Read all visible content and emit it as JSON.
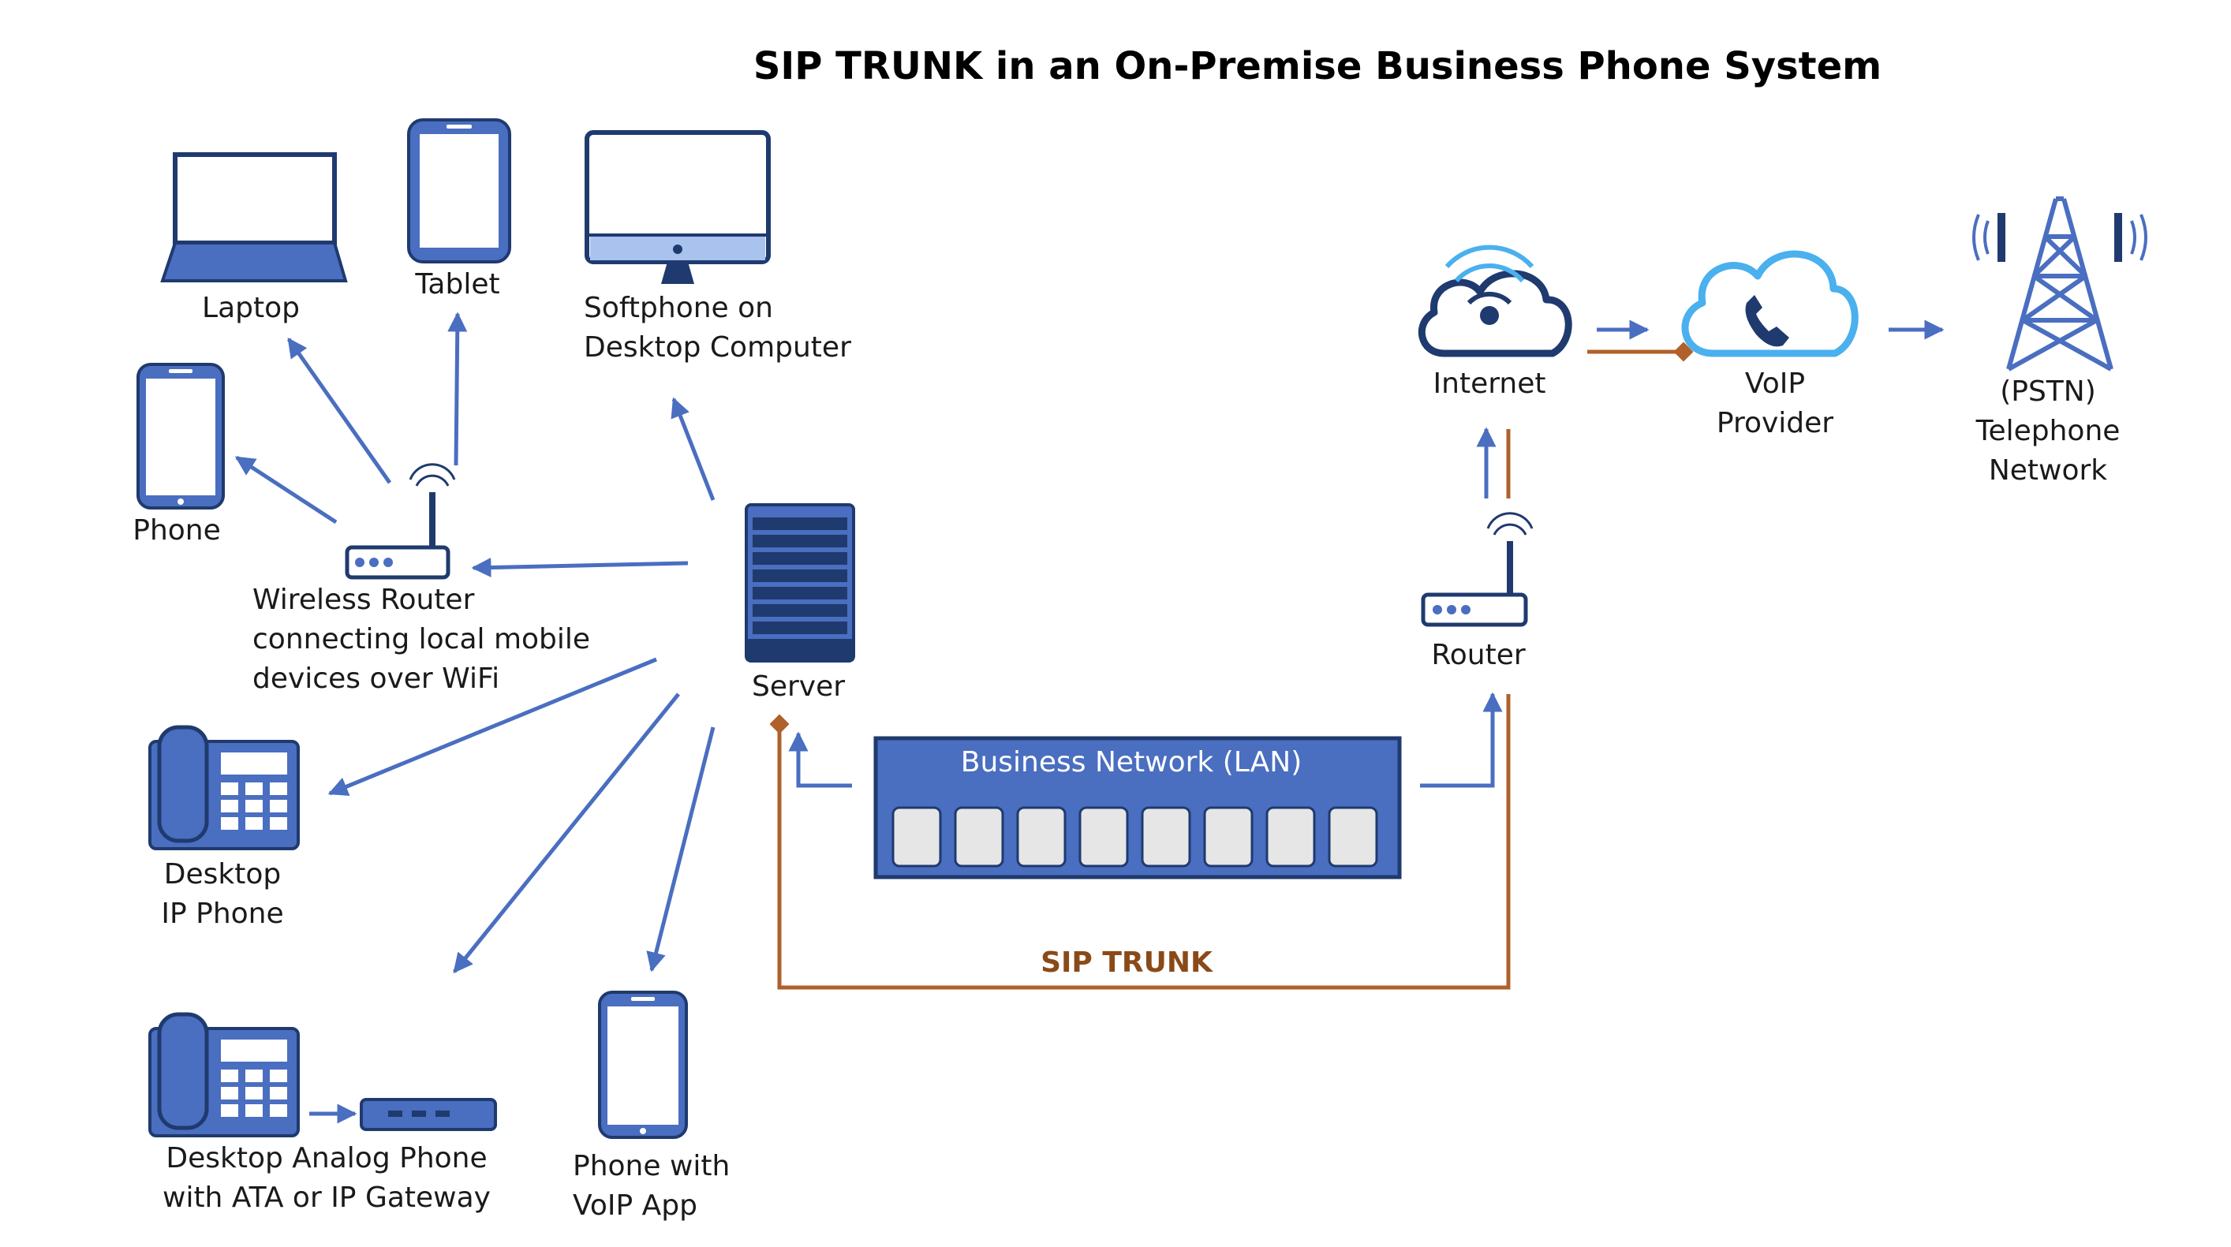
{
  "title": "SIP TRUNK in an On-Premise Business Phone System",
  "nodes": {
    "laptop": "Laptop",
    "tablet": "Tablet",
    "softphone": [
      "Softphone on",
      "Desktop Computer"
    ],
    "phone": "Phone",
    "wireless_router": [
      "Wireless Router",
      "connecting local mobile",
      "devices over WiFi"
    ],
    "server": "Server",
    "desktop_ip_phone": [
      "Desktop",
      "IP Phone"
    ],
    "analog_phone": [
      "Desktop Analog Phone",
      "with ATA or IP Gateway"
    ],
    "voip_app_phone": [
      "Phone with",
      "VoIP App"
    ],
    "internet": "Internet",
    "voip_provider": [
      "VoIP",
      "Provider"
    ],
    "pstn": [
      "(PSTN)",
      "Telephone",
      "Network"
    ],
    "router": "Router",
    "lan": "Business Network (LAN)"
  },
  "sip_trunk_label": "SIP TRUNK",
  "colors": {
    "device_blue": "#4a6ec0",
    "device_dark": "#1f3a6e",
    "arrow_blue": "#4a6ec0",
    "trunk_orange": "#b0602a",
    "cloud_light": "#4ab0ee",
    "lan_fill": "#4a6ec0",
    "port_fill": "#e6e6e6"
  },
  "icons": [
    "laptop-icon",
    "tablet-icon",
    "monitor-icon",
    "smartphone-icon",
    "wifi-router-icon",
    "server-rack-icon",
    "desk-phone-icon",
    "ata-box-icon",
    "internet-cloud-icon",
    "voip-cloud-icon",
    "cell-tower-icon",
    "network-switch-icon"
  ]
}
